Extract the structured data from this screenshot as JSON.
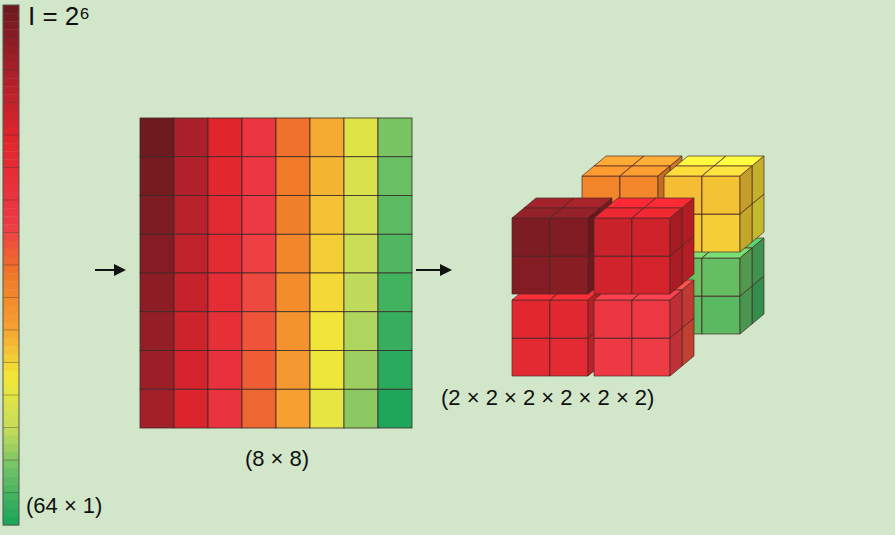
{
  "diagram": {
    "labels": [
      "I = 2⁶",
      "(64 × 1)",
      "(8 × 8)",
      "(2 × 2 × 2 × 2 × 2 × 2)"
    ]
  }
}
